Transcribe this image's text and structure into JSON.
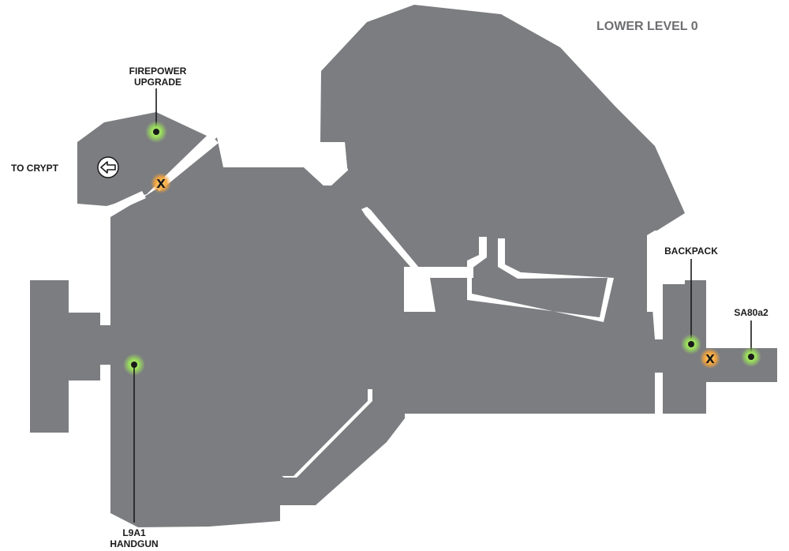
{
  "map": {
    "level_title": "LOWER LEVEL 0",
    "colors": {
      "floor": "#7c7d80",
      "background": "#ffffff",
      "item_glow": "#9be25a",
      "blocker_glow": "#f7a53b",
      "label_text": "#1a1a1a",
      "title_text": "#6d6e71"
    },
    "items": [
      {
        "label_line1": "FIREPOWER",
        "label_line2": "UPGRADE",
        "marker": "green-item-dot"
      },
      {
        "label_line1": "L9A1",
        "label_line2": "HANDGUN",
        "marker": "green-item-dot"
      },
      {
        "label": "BACKPACK",
        "marker": "green-item-dot"
      },
      {
        "label": "SA80a2",
        "marker": "green-item-dot"
      }
    ],
    "exit": {
      "label": "TO CRYPT",
      "icon": "arrow-left-circle-icon"
    },
    "blockers": [
      {
        "glyph": "X",
        "marker": "orange-blocked-door"
      },
      {
        "glyph": "X",
        "marker": "orange-blocked-door"
      }
    ]
  }
}
